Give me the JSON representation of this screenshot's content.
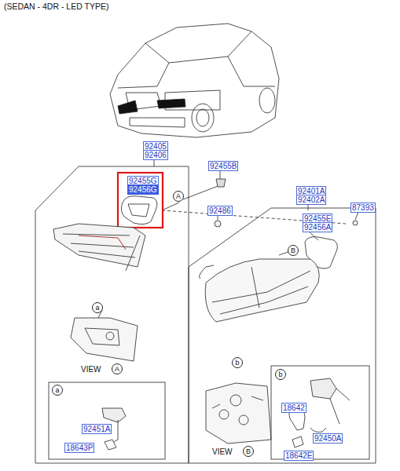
{
  "diagram": {
    "title": "(SEDAN - 4DR - LED TYPE)",
    "labels": [
      "92405",
      "92406",
      "92455G",
      "92456G",
      "A",
      "92455B",
      "92486",
      "92401A",
      "92402A",
      "92455E",
      "92456A",
      "87393",
      "B",
      "a",
      "VIEW",
      "A",
      "b",
      "a",
      "92451A",
      "18643P",
      "VIEW",
      "B",
      "b",
      "18642",
      "92450A",
      "18642E"
    ]
  }
}
